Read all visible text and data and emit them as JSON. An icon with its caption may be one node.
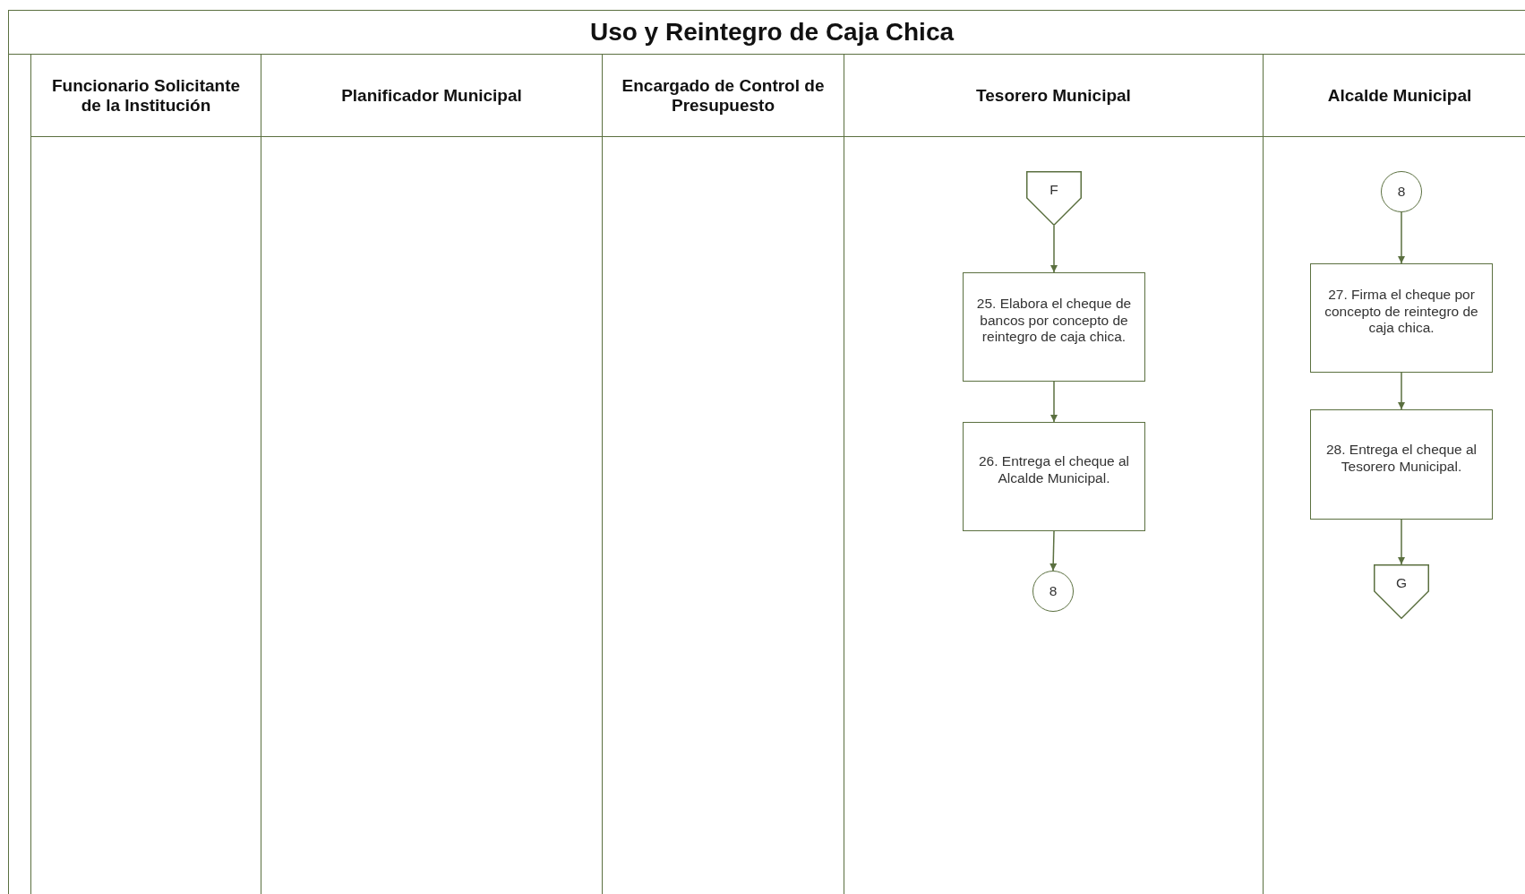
{
  "diagram": {
    "title": "Uso y Reintegro de Caja Chica",
    "nodes": [
      {
        "text": [
          "Funcionario Solicitante de la Institución"
        ]
      },
      {
        "text": [
          "Planificador Municipal"
        ]
      },
      {
        "text": [
          "Encargado de Control de Presupuesto"
        ]
      },
      {
        "text": [
          "Tesorero Municipal"
        ]
      },
      {
        "text": [
          "Alcalde Municipal"
        ]
      },
      {
        "text": [
          "F"
        ],
        "in": 3
      },
      {
        "text": [
          "25. Elabora el cheque de bancos por concepto de reintegro de caja chica."
        ],
        "in": 3
      },
      {
        "text": [
          "26. Entrega el cheque al Alcalde Municipal."
        ],
        "in": 3
      },
      {
        "text": [
          "8"
        ],
        "in": 3
      },
      {
        "text": [
          "8"
        ],
        "in": 4
      },
      {
        "text": [
          "27. Firma el cheque por concepto de reintegro de caja chica."
        ],
        "in": 4
      },
      {
        "text": [
          "28. Entrega el cheque al Tesorero Municipal."
        ],
        "in": 4
      },
      {
        "text": [
          "G"
        ],
        "in": 4
      }
    ],
    "edges": [
      {
        "from": 5,
        "to": 6,
        "arrow": "to"
      },
      {
        "from": 6,
        "to": 7,
        "arrow": "to"
      },
      {
        "from": 7,
        "to": 8,
        "arrow": "to"
      },
      {
        "from": 9,
        "to": 10,
        "arrow": "to"
      },
      {
        "from": 10,
        "to": 11,
        "arrow": "to"
      },
      {
        "from": 11,
        "to": 12,
        "arrow": "to"
      }
    ]
  }
}
